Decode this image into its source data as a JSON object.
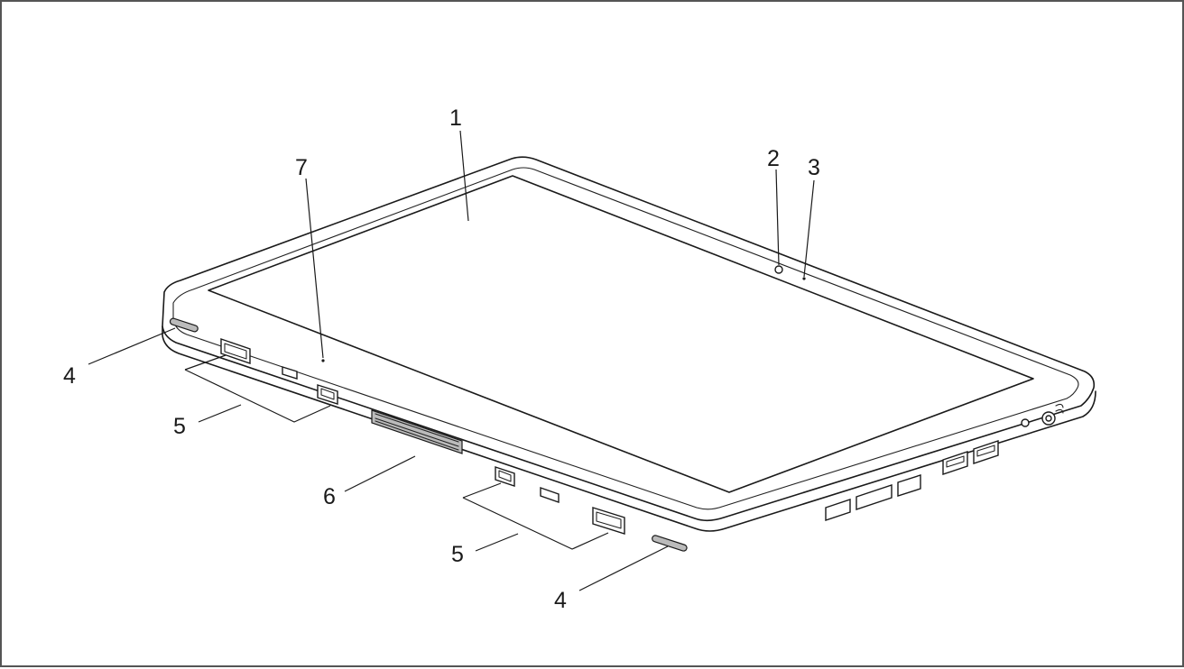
{
  "callouts": [
    {
      "id": "c1",
      "label": "1"
    },
    {
      "id": "c2",
      "label": "2"
    },
    {
      "id": "c3",
      "label": "3"
    },
    {
      "id": "c4a",
      "label": "4"
    },
    {
      "id": "c4b",
      "label": "4"
    },
    {
      "id": "c5a",
      "label": "5"
    },
    {
      "id": "c5b",
      "label": "5"
    },
    {
      "id": "c6",
      "label": "6"
    },
    {
      "id": "c7",
      "label": "7"
    }
  ],
  "colors": {
    "line": "#1a1a1a",
    "background": "#ffffff",
    "frame": "#555555"
  }
}
